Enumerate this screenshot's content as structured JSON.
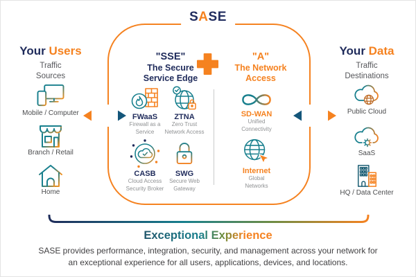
{
  "colors": {
    "navy": "#1f2b5b",
    "orange": "#f58220",
    "teal": "#177f8d",
    "arrow_navy": "#14567a",
    "gray_text": "#55565a",
    "muted_text": "#8f9193",
    "body_text": "#414042"
  },
  "title": {
    "s1": "S",
    "accent": "A",
    "s2": "SE"
  },
  "left_panel": {
    "heading_primary": "Your ",
    "heading_accent": "Users",
    "subheading_line1": "Traffic",
    "subheading_line2": "Sources",
    "items": [
      {
        "label": "Mobile / Computer",
        "icon": "mobile-computer-icon"
      },
      {
        "label": "Branch / Retail",
        "icon": "storefront-icon"
      },
      {
        "label": "Home",
        "icon": "home-icon"
      }
    ]
  },
  "right_panel": {
    "heading_primary": "Your ",
    "heading_accent": "Data",
    "subheading_line1": "Traffic",
    "subheading_line2": "Destinations",
    "items": [
      {
        "label": "Public Cloud",
        "icon": "cloud-globe-icon"
      },
      {
        "label": "SaaS",
        "icon": "cloud-gear-icon"
      },
      {
        "label": "HQ / Data Center",
        "icon": "buildings-icon"
      }
    ]
  },
  "center": {
    "sse": {
      "title": "\"SSE\"",
      "subtitle_line1": "The Secure",
      "subtitle_line2": "Service Edge",
      "items": [
        {
          "abbr": "FWaaS",
          "desc_line1": "Firewall as a",
          "desc_line2": "Service",
          "icon": "firewall-icon"
        },
        {
          "abbr": "ZTNA",
          "desc_line1": "Zero Trust",
          "desc_line2": "Network Access",
          "icon": "globe-lock-icon"
        },
        {
          "abbr": "CASB",
          "desc_line1": "Cloud Access",
          "desc_line2": "Security Broker",
          "icon": "cloud-check-icon"
        },
        {
          "abbr": "SWG",
          "desc_line1": "Secure Web",
          "desc_line2": "Gateway",
          "icon": "padlock-icon"
        }
      ]
    },
    "a": {
      "title": "\"A\"",
      "subtitle_line1": "The Network",
      "subtitle_line2": "Access",
      "items": [
        {
          "abbr": "SD-WAN",
          "desc_line1": "Unified",
          "desc_line2": "Connectivity",
          "icon": "infinity-icon"
        },
        {
          "abbr": "Internet",
          "desc_line1": "Global",
          "desc_line2": "Networks",
          "icon": "globe-cursor-icon"
        }
      ]
    }
  },
  "footer": {
    "heading": "Exceptional Experience",
    "body_line1": "SASE provides performance, integration, security, and management across your network for",
    "body_line2": "an exceptional experience for all users, applications, devices, and locations."
  }
}
